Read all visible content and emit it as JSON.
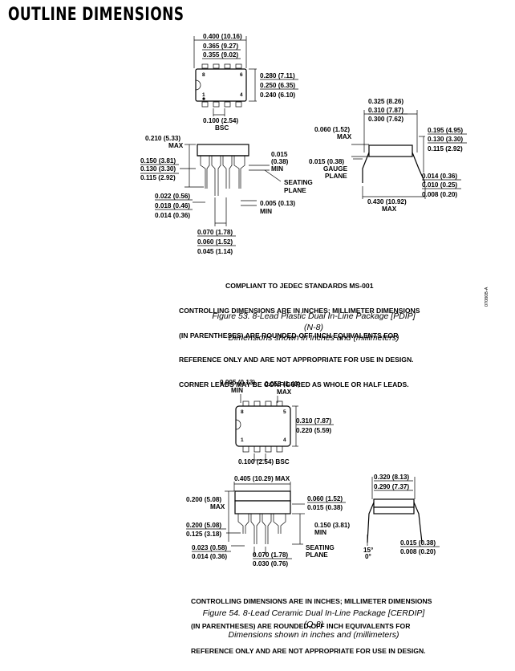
{
  "section_title": "OUTLINE DIMENSIONS",
  "doc_code": "07080B-A",
  "figure53": {
    "top_view": {
      "width_dims": [
        "0.400 (10.16)",
        "0.365 (9.27)",
        "0.355 (9.02)"
      ],
      "height_dims": [
        "0.280 (7.11)",
        "0.250 (6.35)",
        "0.240 (6.10)"
      ],
      "pitch": "0.100 (2.54)",
      "pitch_suffix": "BSC",
      "pin_labels": [
        "8",
        "6",
        "1",
        "4"
      ]
    },
    "side_view": {
      "max_height_value": "0.210 (5.33)",
      "max_height_label": "MAX",
      "body_dims": [
        "0.150 (3.81)",
        "0.130 (3.30)",
        "0.115 (2.92)"
      ],
      "lead_dims": [
        "0.022 (0.56)",
        "0.018 (0.46)",
        "0.014 (0.36)"
      ],
      "pitch_dims": [
        "0.070 (1.78)",
        "0.060 (1.52)",
        "0.045 (1.14)"
      ],
      "min_top_value": "0.015",
      "min_top_mm": "(0.38)",
      "min_top_label": "MIN",
      "seating_line1": "SEATING",
      "seating_line2": "PLANE",
      "min_bottom_value": "0.005 (0.13)",
      "min_bottom_label": "MIN"
    },
    "end_view": {
      "width_dims": [
        "0.325 (8.26)",
        "0.310 (7.87)",
        "0.300 (7.62)"
      ],
      "max_left_value": "0.060 (1.52)",
      "max_left_label": "MAX",
      "gauge_value": "0.015 (0.38)",
      "gauge_line1": "GAUGE",
      "gauge_line2": "PLANE",
      "right_dims": [
        "0.195 (4.95)",
        "0.130 (3.30)",
        "0.115 (2.92)"
      ],
      "lead_dims": [
        "0.014 (0.36)",
        "0.010 (0.25)",
        "0.008 (0.20)"
      ],
      "bottom_value": "0.430 (10.92)",
      "bottom_label": "MAX"
    },
    "notes": [
      "COMPLIANT TO JEDEC STANDARDS MS-001",
      "CONTROLLING DIMENSIONS ARE IN INCHES; MILLIMETER DIMENSIONS",
      "(IN PARENTHESES) ARE ROUNDED-OFF INCH EQUIVALENTS FOR",
      "REFERENCE ONLY AND ARE NOT APPROPRIATE FOR USE IN DESIGN.",
      "CORNER LEADS MAY BE CONFIGURED AS WHOLE OR HALF LEADS."
    ],
    "caption": [
      "Figure 53. 8-Lead Plastic Dual In-Line Package [PDIP]",
      "(N-8)",
      "Dimensions shown in inches and (millimeters)"
    ]
  },
  "figure54": {
    "top_view": {
      "min_value": "0.005 (0.13)",
      "min_label": "MIN",
      "max_value": "0.055 (1.40)",
      "max_label": "MAX",
      "height_dims": [
        "0.310 (7.87)",
        "0.220 (5.59)"
      ],
      "pitch": "0.100 (2.54) BSC",
      "pin_labels": [
        "8",
        "5",
        "1",
        "4"
      ]
    },
    "side_view": {
      "length": "0.405 (10.29) MAX",
      "max_height_value": "0.200 (5.08)",
      "max_height_label": "MAX",
      "body_dims": [
        "0.200 (5.08)",
        "0.125 (3.18)"
      ],
      "lead_dims": [
        "0.023 (0.58)",
        "0.014 (0.36)"
      ],
      "pitch_dims": [
        "0.070 (1.78)",
        "0.030 (0.76)"
      ],
      "right_dims": [
        "0.060 (1.52)",
        "0.015 (0.38)"
      ],
      "min_value": "0.150 (3.81)",
      "min_label": "MIN",
      "seating_line1": "SEATING",
      "seating_line2": "PLANE"
    },
    "end_view": {
      "width_dims": [
        "0.320 (8.13)",
        "0.290 (7.37)"
      ],
      "angle_top": "15°",
      "angle_bottom": "0°",
      "lead_dims": [
        "0.015 (0.38)",
        "0.008 (0.20)"
      ]
    },
    "notes": [
      "CONTROLLING DIMENSIONS ARE IN INCHES; MILLIMETER DIMENSIONS",
      "(IN PARENTHESES) ARE ROUNDED-OFF INCH EQUIVALENTS FOR",
      "REFERENCE ONLY AND ARE NOT APPROPRIATE FOR USE IN DESIGN."
    ],
    "caption": [
      "Figure 54. 8-Lead Ceramic Dual In-Line Package [CERDIP]",
      "(Q-8)",
      "Dimensions shown in inches and (millimeters)"
    ]
  }
}
